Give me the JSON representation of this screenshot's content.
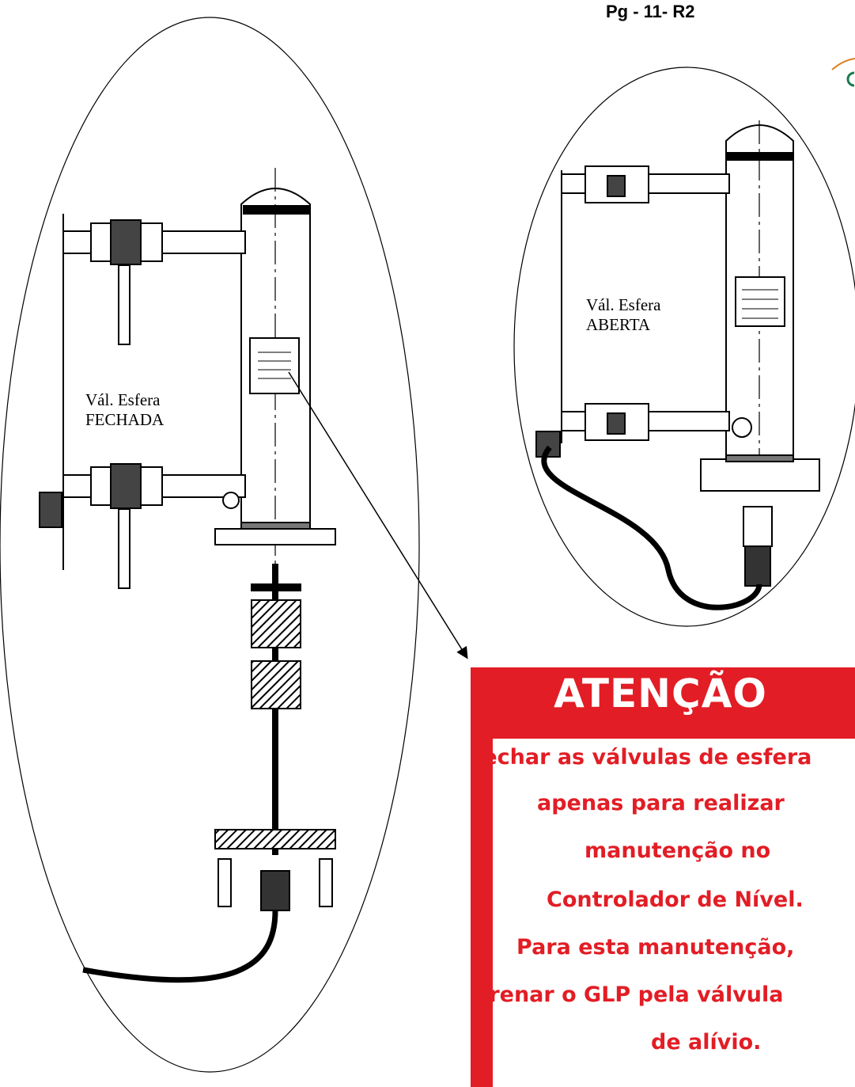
{
  "header": {
    "page_ref": "Pg - 11- R2"
  },
  "left_diagram": {
    "label_line1": "Vál. Esfera",
    "label_line2": "FECHADA"
  },
  "right_diagram": {
    "label_line1": "Vál. Esfera",
    "label_line2": "ABERTA"
  },
  "warning": {
    "title": "ATENÇÃO",
    "lines": [
      "Fechar as válvulas de esfera",
      "apenas para realizar",
      "manutenção  no",
      "Controlador de Nível.",
      "Para esta manutenção,",
      "drenar o GLP pela válvula",
      "de alívio."
    ],
    "accent_color": "#e21d25"
  },
  "icons": [
    "arrow-icon",
    "ball-valve-icon",
    "logo-fragment-icon"
  ]
}
